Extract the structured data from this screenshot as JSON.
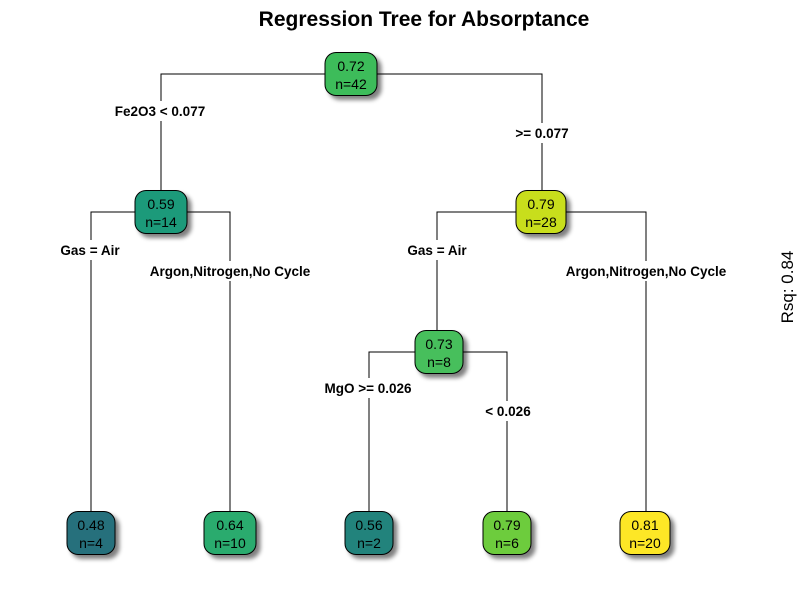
{
  "title": "Regression Tree for Absorptance",
  "side_label": "Rsq: 0.84",
  "nodes": [
    {
      "id": "root",
      "value": "0.72",
      "n": "n=42",
      "color": "#3DBC5A"
    },
    {
      "id": "left",
      "value": "0.59",
      "n": "n=14",
      "color": "#1F9A7A"
    },
    {
      "id": "right",
      "value": "0.79",
      "n": "n=28",
      "color": "#C8DE1E"
    },
    {
      "id": "right-left",
      "value": "0.73",
      "n": "n=8",
      "color": "#47BF5C"
    },
    {
      "id": "leaf-1",
      "value": "0.48",
      "n": "n=4",
      "color": "#25707C"
    },
    {
      "id": "leaf-2",
      "value": "0.64",
      "n": "n=10",
      "color": "#2BAB6E"
    },
    {
      "id": "leaf-3",
      "value": "0.56",
      "n": "n=2",
      "color": "#20837C"
    },
    {
      "id": "leaf-4",
      "value": "0.79",
      "n": "n=6",
      "color": "#6DCC3E"
    },
    {
      "id": "leaf-5",
      "value": "0.81",
      "n": "n=20",
      "color": "#FDE725"
    }
  ],
  "splits": {
    "root_left": "Fe2O3 < 0.077",
    "root_right": ">= 0.077",
    "left_left": "Gas = Air",
    "left_right": "Argon,Nitrogen,No Cycle",
    "right_left": "Gas = Air",
    "right_right": "Argon,Nitrogen,No Cycle",
    "rl_left": "MgO >= 0.026",
    "rl_right": "< 0.026"
  }
}
